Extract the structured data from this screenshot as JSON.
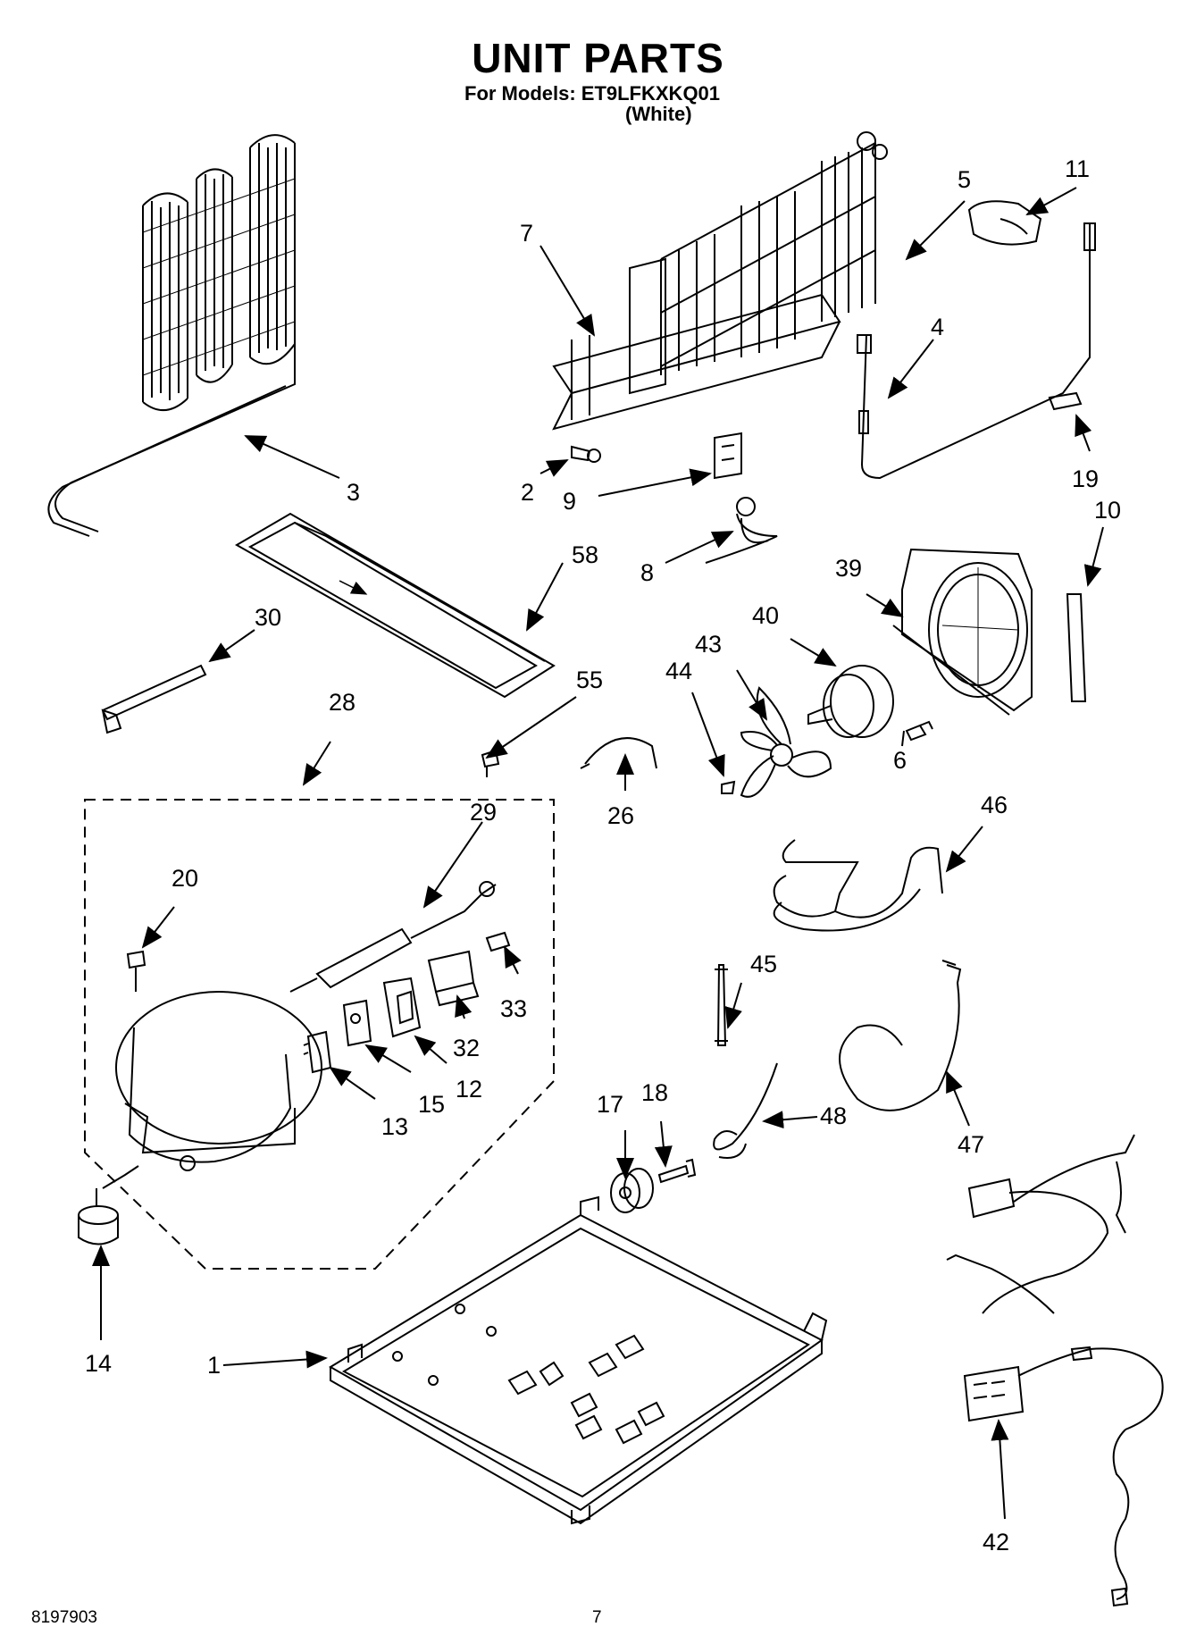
{
  "header": {
    "title": "UNIT PARTS",
    "models_line": "For Models: ET9LFKXKQ01",
    "color_line": "(White)"
  },
  "footer": {
    "doc_number": "8197903",
    "page_number": "7"
  },
  "callouts": [
    "1",
    "2",
    "3",
    "4",
    "5",
    "6",
    "7",
    "8",
    "9",
    "10",
    "11",
    "12",
    "13",
    "14",
    "15",
    "17",
    "18",
    "19",
    "20",
    "26",
    "28",
    "29",
    "30",
    "32",
    "33",
    "39",
    "40",
    "42",
    "43",
    "44",
    "45",
    "46",
    "47",
    "48",
    "55",
    "58"
  ]
}
